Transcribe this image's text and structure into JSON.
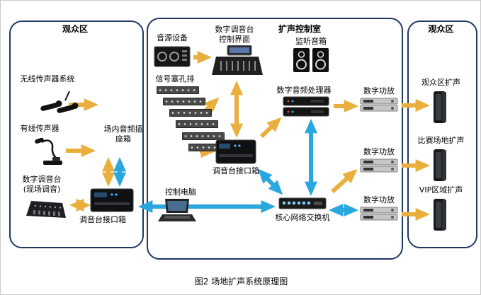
{
  "caption": "图2 场地扩声系统原理图",
  "left_region": {
    "title": "观众区",
    "labels": {
      "wireless_mic_system": "无线传声器系统",
      "wired_mic": "有线传声器",
      "digital_mixer": "数字调音台\n(现场调音)",
      "mixer_interface_box": "调音台接口箱",
      "floor_socket_box": "场内音频插\n座箱"
    }
  },
  "middle_region": {
    "title": "扩声控制室",
    "labels": {
      "source_device": "音源设备",
      "mixer_control_surface": "数字调音台\n控制界面",
      "monitor_speakers": "监听音箱",
      "patch_panel": "信号塞孔排",
      "audio_processor": "数字音频处理器",
      "mixer_interface_box": "调音台接口箱",
      "control_computer": "控制电脑",
      "core_switch": "核心网络交换机"
    },
    "amplifiers": [
      {
        "label": "数字功放"
      },
      {
        "label": "数字功放"
      },
      {
        "label": "数字功放"
      }
    ]
  },
  "right_region": {
    "title": "观众区",
    "zones": [
      {
        "label": "观众区扩声"
      },
      {
        "label": "比赛场地扩声"
      },
      {
        "label": "VIP区域扩声"
      }
    ]
  },
  "colors": {
    "arrow_yellow": "#EAAE3C",
    "arrow_blue": "#2BA7DF",
    "region_border": "#203864"
  },
  "connections": [
    {
      "from": "无线传声器系统",
      "to": "场内音频插座箱",
      "color": "yellow",
      "bidirectional": false
    },
    {
      "from": "有线传声器",
      "to": "场内音频插座箱",
      "color": "yellow",
      "bidirectional": false
    },
    {
      "from": "场内音频插座箱",
      "to": "调音台接口箱(观众区)",
      "color": "yellow",
      "bidirectional": true
    },
    {
      "from": "场内音频插座箱",
      "to": "调音台接口箱(观众区)",
      "color": "blue",
      "bidirectional": true
    },
    {
      "from": "数字调音台(现场调音)",
      "to": "调音台接口箱(观众区)",
      "color": "yellow",
      "bidirectional": true
    },
    {
      "from": "调音台接口箱(观众区)",
      "to": "核心网络交换机",
      "color": "blue",
      "bidirectional": true
    },
    {
      "from": "音源设备",
      "to": "数字调音台控制界面",
      "color": "yellow",
      "bidirectional": false
    },
    {
      "from": "信号塞孔排",
      "to": "数字调音台控制界面",
      "color": "yellow",
      "bidirectional": false
    },
    {
      "from": "信号塞孔排",
      "to": "调音台接口箱(控制室)",
      "color": "yellow",
      "bidirectional": false
    },
    {
      "from": "数字调音台控制界面",
      "to": "调音台接口箱(控制室)",
      "color": "yellow",
      "bidirectional": true
    },
    {
      "from": "调音台接口箱(控制室)",
      "to": "数字音频处理器",
      "color": "yellow",
      "bidirectional": false
    },
    {
      "from": "数字音频处理器",
      "to": "核心网络交换机",
      "color": "blue",
      "bidirectional": true
    },
    {
      "from": "核心网络交换机",
      "to": "调音台接口箱(控制室)",
      "color": "blue",
      "bidirectional": true
    },
    {
      "from": "数字音频处理器",
      "to": "数字功放(上)",
      "color": "yellow",
      "bidirectional": false
    },
    {
      "from": "数字功放(上)",
      "to": "观众区扩声",
      "color": "yellow",
      "bidirectional": false
    },
    {
      "from": "核心网络交换机",
      "to": "数字功放(中)",
      "color": "yellow",
      "bidirectional": false
    },
    {
      "from": "数字功放(中)",
      "to": "比赛场地扩声",
      "color": "yellow",
      "bidirectional": false
    },
    {
      "from": "核心网络交换机",
      "to": "数字功放(下)",
      "color": "blue",
      "bidirectional": true
    },
    {
      "from": "数字功放(下)",
      "to": "VIP区域扩声",
      "color": "yellow",
      "bidirectional": false
    }
  ]
}
